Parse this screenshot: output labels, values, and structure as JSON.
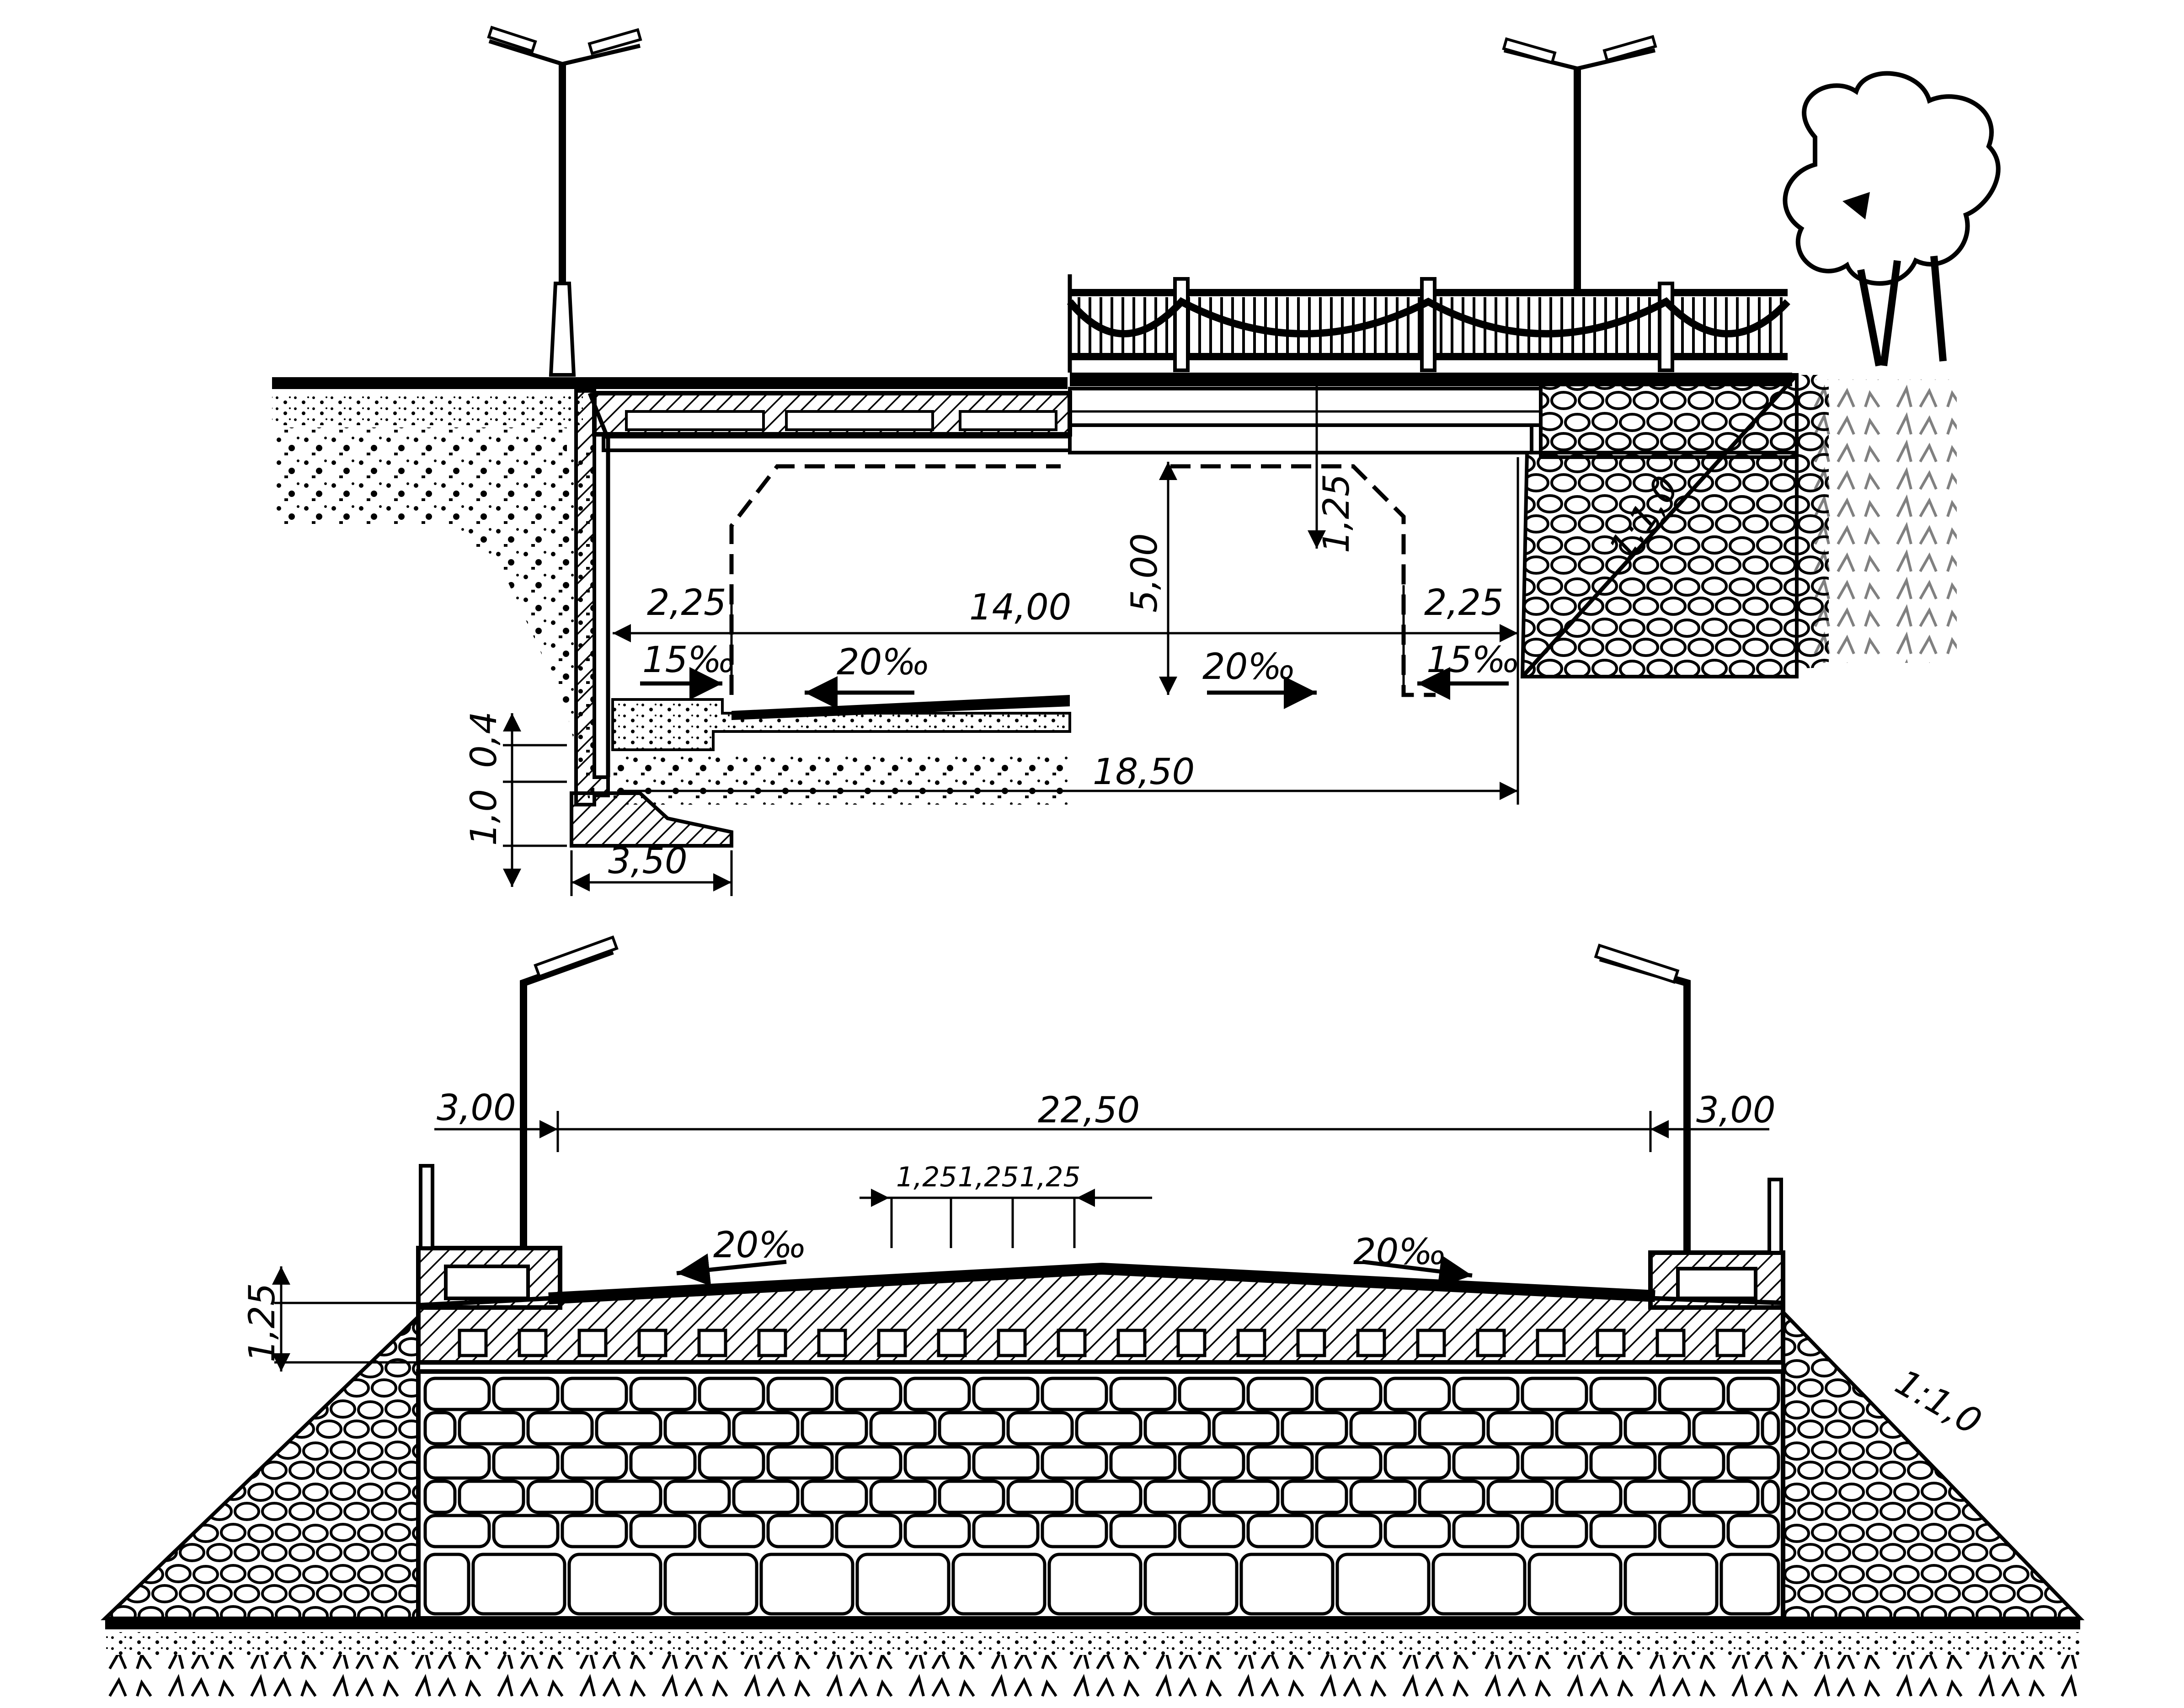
{
  "elevation": {
    "dims": {
      "side_left": "2,25",
      "span": "14,00",
      "side_right": "2,25",
      "clear_height": "5,00",
      "deck_depth": "1,25",
      "total_length": "18,50",
      "footing_width": "3,50",
      "footing_h1": "1,0",
      "footing_h2": "0,4"
    },
    "slopes": {
      "left_walk": "15‰",
      "left_road": "20‰",
      "right_road": "20‰",
      "right_walk": "15‰",
      "embankment": "1:1,0"
    }
  },
  "cross_section": {
    "dims": {
      "walk_left": "3,00",
      "roadway": "22,50",
      "walk_right": "3,00",
      "deck_depth": "1,25",
      "crown_1": "1,25",
      "crown_2": "1,25",
      "crown_3": "1,25"
    },
    "slopes": {
      "left": "20‰",
      "right": "20‰",
      "embankment": "1:1,0"
    }
  }
}
